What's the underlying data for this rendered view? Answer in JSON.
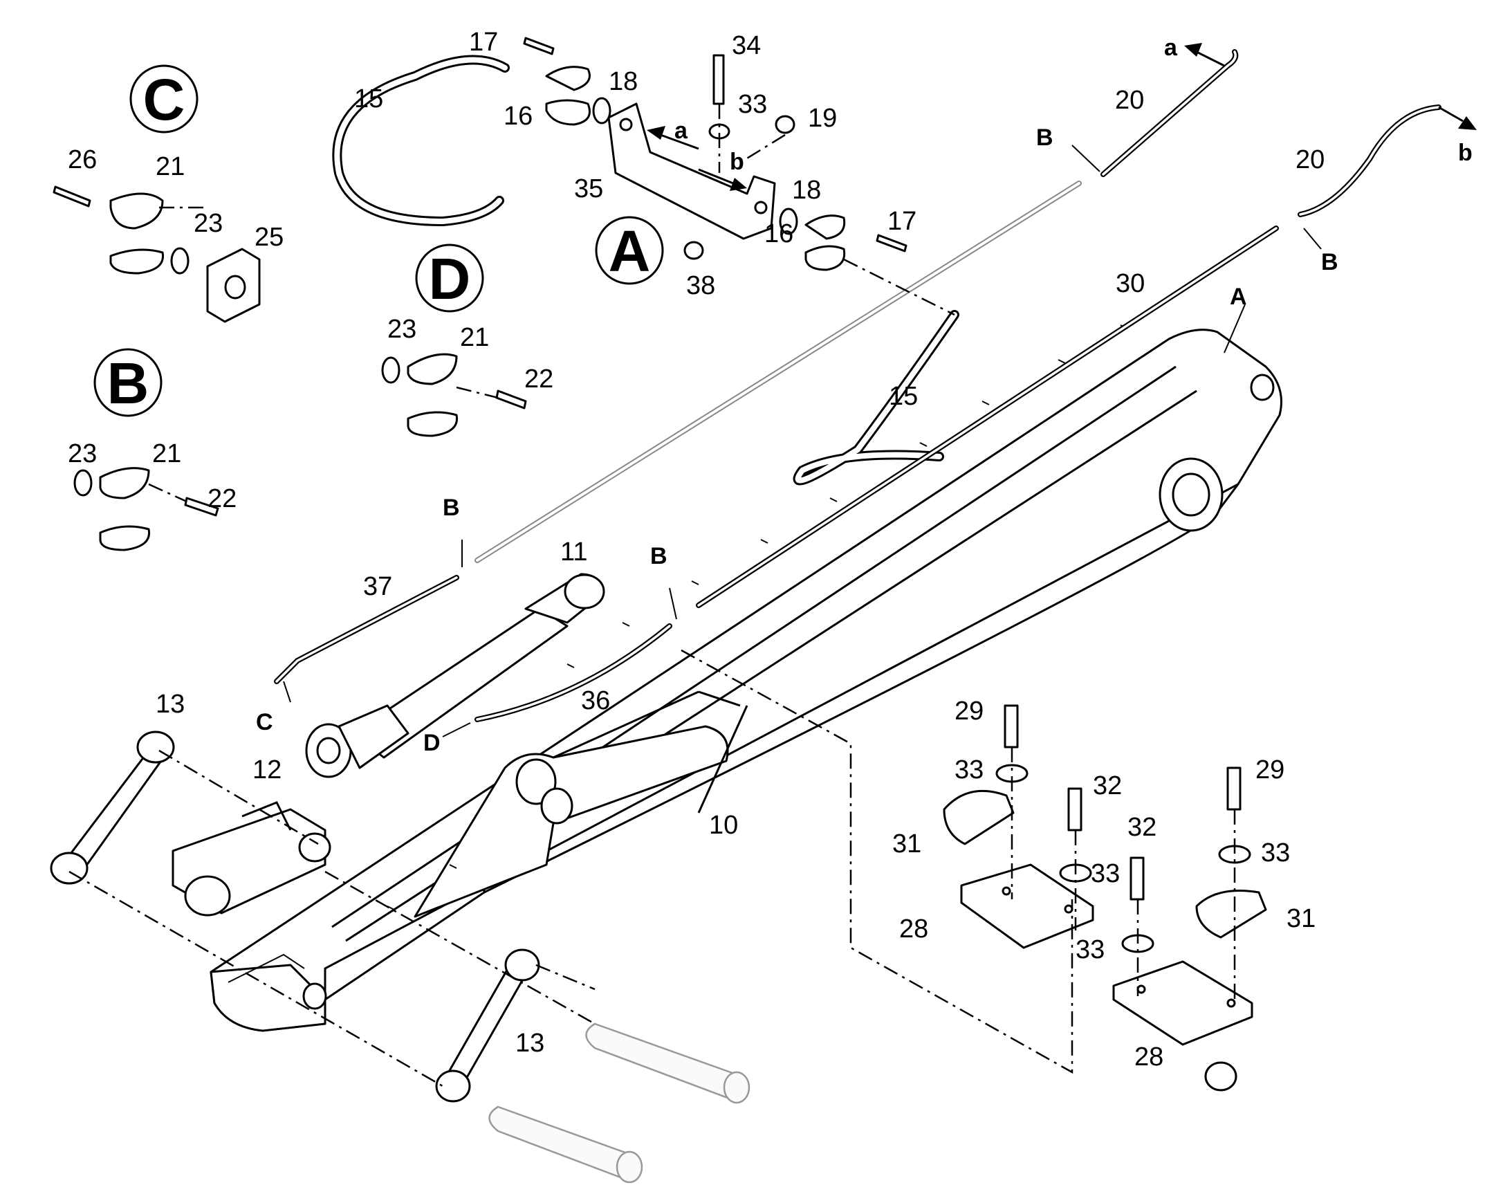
{
  "sections": [
    "A",
    "B",
    "C",
    "D"
  ],
  "parts": {
    "p10": "10",
    "p11": "11",
    "p12": "12",
    "p13": "13",
    "p15": "15",
    "p16": "16",
    "p17": "17",
    "p18": "18",
    "p19": "19",
    "p20": "20",
    "p21": "21",
    "p22": "22",
    "p23": "23",
    "p25": "25",
    "p26": "26",
    "p28": "28",
    "p29": "29",
    "p30": "30",
    "p31": "31",
    "p32": "32",
    "p33": "33",
    "p34": "34",
    "p35": "35",
    "p36": "36",
    "p37": "37",
    "p38": "38"
  },
  "markers": {
    "a": "a",
    "b": "b",
    "A": "A",
    "B": "B",
    "C": "C",
    "D": "D"
  }
}
